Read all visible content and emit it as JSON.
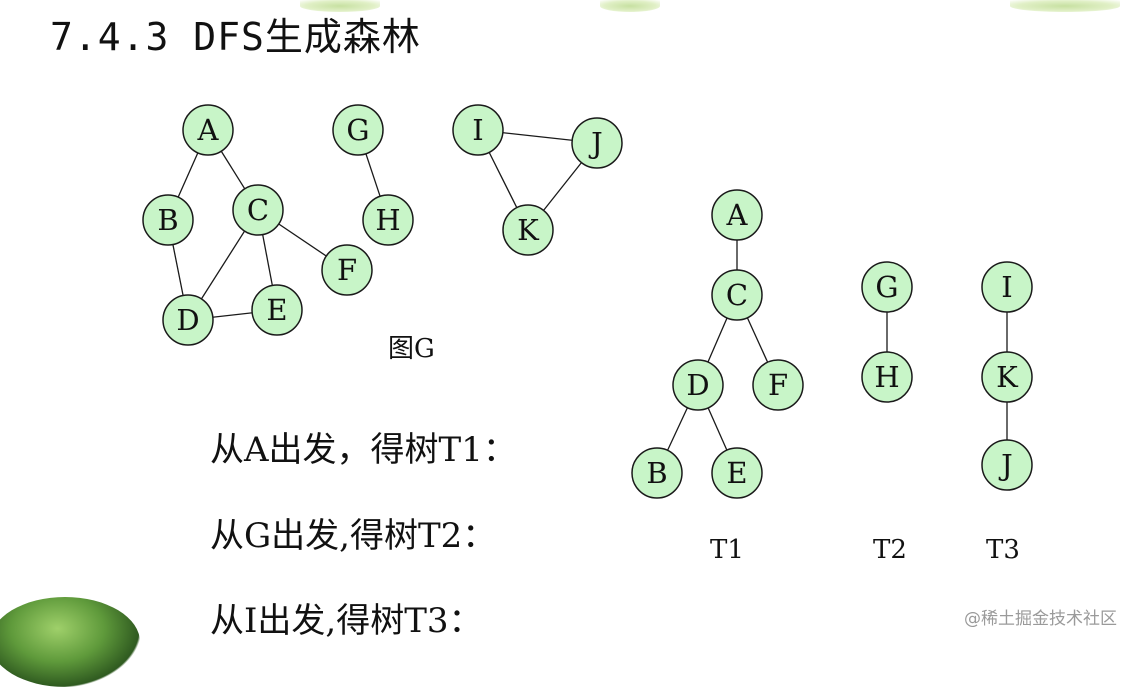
{
  "slide": {
    "title": "7.4.3 DFS生成森林",
    "graph_caption": "图G",
    "statements": [
      "从A出发，得树T1：",
      "从G出发,得树T2：",
      "从I出发,得树T3："
    ],
    "watermark": "@稀土掘金技术社区"
  },
  "graph": {
    "nodes": [
      "A",
      "B",
      "C",
      "D",
      "E",
      "F",
      "G",
      "H",
      "I",
      "J",
      "K"
    ],
    "edges": [
      [
        "A",
        "B"
      ],
      [
        "A",
        "C"
      ],
      [
        "B",
        "D"
      ],
      [
        "C",
        "D"
      ],
      [
        "C",
        "E"
      ],
      [
        "C",
        "F"
      ],
      [
        "D",
        "E"
      ],
      [
        "G",
        "H"
      ],
      [
        "I",
        "J"
      ],
      [
        "I",
        "K"
      ],
      [
        "J",
        "K"
      ]
    ]
  },
  "trees": [
    {
      "label": "T1",
      "nodes": [
        "A",
        "C",
        "D",
        "F",
        "B",
        "E"
      ],
      "edges": [
        [
          "A",
          "C"
        ],
        [
          "C",
          "D"
        ],
        [
          "C",
          "F"
        ],
        [
          "D",
          "B"
        ],
        [
          "D",
          "E"
        ]
      ]
    },
    {
      "label": "T2",
      "nodes": [
        "G",
        "H"
      ],
      "edges": [
        [
          "G",
          "H"
        ]
      ]
    },
    {
      "label": "T3",
      "nodes": [
        "I",
        "K",
        "J"
      ],
      "edges": [
        [
          "I",
          "K"
        ],
        [
          "K",
          "J"
        ]
      ]
    }
  ]
}
